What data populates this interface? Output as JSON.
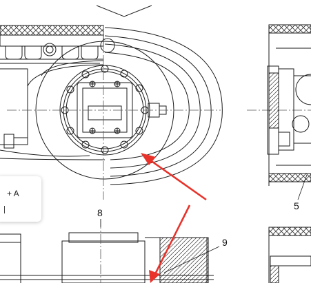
{
  "callouts": {
    "label_8": "8",
    "label_9": "9",
    "label_5": "5"
  },
  "tooltip": {
    "text": "+ A"
  },
  "colors": {
    "line": "#1a1a1a",
    "centerline": "#555555",
    "hatch": "#333333",
    "arrow": "#e8322a",
    "tooltip_bg": "#ffffff"
  },
  "icons": {
    "arrow_primary": "arrow-icon",
    "arrow_secondary": "arrow-icon"
  }
}
